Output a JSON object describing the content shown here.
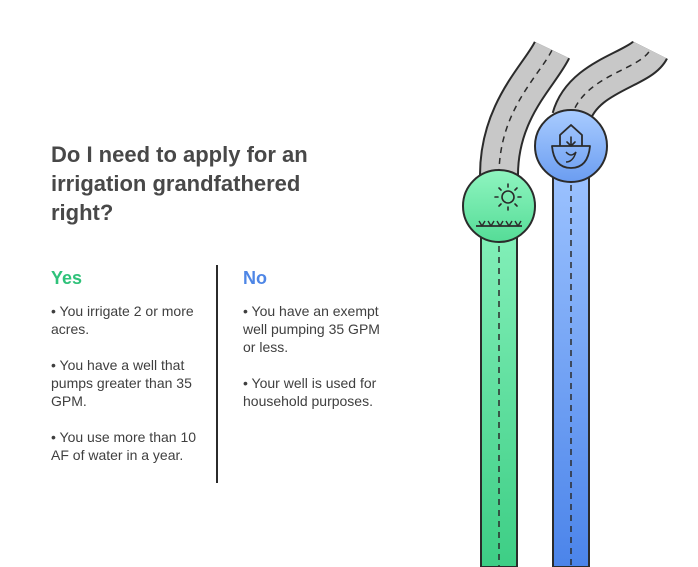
{
  "title": "Do I need to apply for an irrigation grandfathered right?",
  "columns": {
    "yes": {
      "heading": "Yes",
      "items": [
        "• You irrigate 2 or more acres.",
        "• You have a well that pumps greater than 35 GPM.",
        "• You use more than 10 AF of water in a year."
      ]
    },
    "no": {
      "heading": "No",
      "items": [
        "• You have an exempt well pumping 35 GPM or less.",
        "• Your well is used for household purposes."
      ]
    }
  },
  "icons": {
    "yes_path": "sun-over-field-icon",
    "no_path": "house-with-water-icon"
  },
  "colors": {
    "yes": "#2fc27a",
    "no": "#4e86e6",
    "title": "#484848",
    "road": "#c8c8c8"
  }
}
